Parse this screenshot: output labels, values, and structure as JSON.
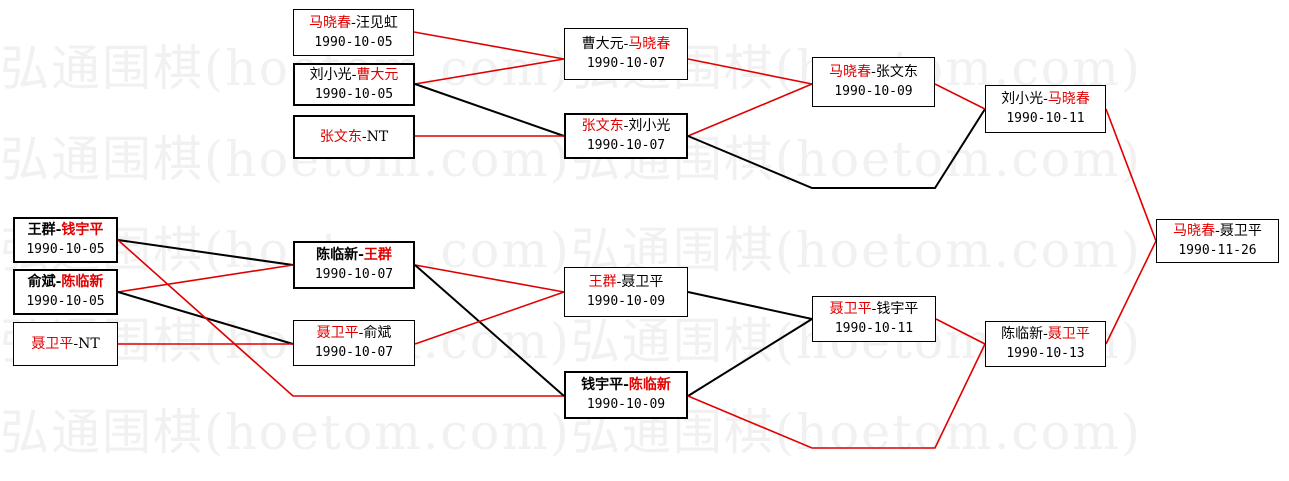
{
  "watermark": "弘通围棋(hoetom.com)弘通围棋(hoetom.com)",
  "colors": {
    "winner": "#e00000",
    "line_red": "#e00000",
    "line_black": "#000000"
  },
  "matches": [
    {
      "id": "m1",
      "p1": "马晓春",
      "p2": "汪见虹",
      "date": "1990-10-05",
      "winner": "p1",
      "bold_names": false,
      "thick": false
    },
    {
      "id": "m2",
      "p1": "刘小光",
      "p2": "曹大元",
      "date": "1990-10-05",
      "winner": "p2",
      "bold_names": false,
      "thick": true
    },
    {
      "id": "m3",
      "p1": "张文东",
      "p2": "NT",
      "date": "",
      "winner": "p1",
      "bold_names": false,
      "thick": true
    },
    {
      "id": "m4",
      "p1": "王群",
      "p2": "钱宇平",
      "date": "1990-10-05",
      "winner": "p2",
      "bold_names": true,
      "thick": true
    },
    {
      "id": "m5",
      "p1": "俞斌",
      "p2": "陈临新",
      "date": "1990-10-05",
      "winner": "p2",
      "bold_names": true,
      "thick": true
    },
    {
      "id": "m6",
      "p1": "聂卫平",
      "p2": "NT",
      "date": "",
      "winner": "p1",
      "bold_names": false,
      "thick": false
    },
    {
      "id": "m7",
      "p1": "曹大元",
      "p2": "马晓春",
      "date": "1990-10-07",
      "winner": "p2",
      "bold_names": false,
      "thick": false
    },
    {
      "id": "m8",
      "p1": "张文东",
      "p2": "刘小光",
      "date": "1990-10-07",
      "winner": "p1",
      "bold_names": false,
      "thick": true
    },
    {
      "id": "m9",
      "p1": "陈临新",
      "p2": "王群",
      "date": "1990-10-07",
      "winner": "p2",
      "bold_names": true,
      "thick": true
    },
    {
      "id": "m10",
      "p1": "聂卫平",
      "p2": "俞斌",
      "date": "1990-10-07",
      "winner": "p1",
      "bold_names": false,
      "thick": false
    },
    {
      "id": "m11",
      "p1": "王群",
      "p2": "聂卫平",
      "date": "1990-10-09",
      "winner": "p1",
      "bold_names": false,
      "thick": false
    },
    {
      "id": "m12",
      "p1": "钱宇平",
      "p2": "陈临新",
      "date": "1990-10-09",
      "winner": "p2",
      "bold_names": true,
      "thick": true
    },
    {
      "id": "m13",
      "p1": "马晓春",
      "p2": "张文东",
      "date": "1990-10-09",
      "winner": "p1",
      "bold_names": false,
      "thick": false
    },
    {
      "id": "m14",
      "p1": "聂卫平",
      "p2": "钱宇平",
      "date": "1990-10-11",
      "winner": "p1",
      "bold_names": false,
      "thick": false
    },
    {
      "id": "m15",
      "p1": "刘小光",
      "p2": "马晓春",
      "date": "1990-10-11",
      "winner": "p2",
      "bold_names": false,
      "thick": false
    },
    {
      "id": "m16",
      "p1": "陈临新",
      "p2": "聂卫平",
      "date": "1990-10-13",
      "winner": "p2",
      "bold_names": false,
      "thick": false
    },
    {
      "id": "m17",
      "p1": "马晓春",
      "p2": "聂卫平",
      "date": "1990-11-26",
      "winner": "p1",
      "bold_names": false,
      "thick": false
    }
  ],
  "connections": [
    {
      "from": "m1",
      "to": "m7",
      "color": "red"
    },
    {
      "from": "m2",
      "to": "m7",
      "color": "red"
    },
    {
      "from": "m2",
      "to": "m8",
      "color": "black"
    },
    {
      "from": "m3",
      "to": "m8",
      "color": "red"
    },
    {
      "from": "m7",
      "to": "m13",
      "color": "red"
    },
    {
      "from": "m8",
      "to": "m13",
      "color": "red"
    },
    {
      "from": "m8",
      "to": "m15",
      "color": "black"
    },
    {
      "from": "m13",
      "to": "m15",
      "color": "red"
    },
    {
      "from": "m4",
      "to": "m9",
      "color": "black"
    },
    {
      "from": "m5",
      "to": "m9",
      "color": "red"
    },
    {
      "from": "m5",
      "to": "m10",
      "color": "black"
    },
    {
      "from": "m6",
      "to": "m10",
      "color": "red"
    },
    {
      "from": "m4",
      "to": "m12",
      "color": "red"
    },
    {
      "from": "m9",
      "to": "m11",
      "color": "red"
    },
    {
      "from": "m9",
      "to": "m12",
      "color": "black"
    },
    {
      "from": "m10",
      "to": "m11",
      "color": "red"
    },
    {
      "from": "m11",
      "to": "m14",
      "color": "black"
    },
    {
      "from": "m12",
      "to": "m14",
      "color": "black"
    },
    {
      "from": "m14",
      "to": "m16",
      "color": "red"
    },
    {
      "from": "m12",
      "to": "m16",
      "color": "red"
    },
    {
      "from": "m15",
      "to": "m17",
      "color": "red"
    },
    {
      "from": "m16",
      "to": "m17",
      "color": "red"
    }
  ]
}
